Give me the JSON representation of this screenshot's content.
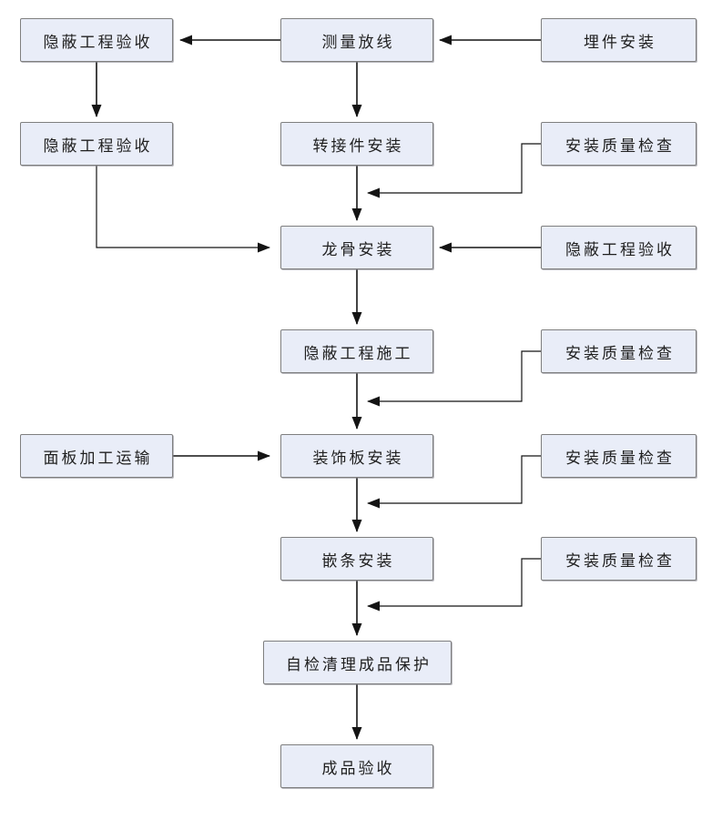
{
  "diagram": {
    "type": "flowchart",
    "background": "#ffffff",
    "node_style": {
      "fill": "#e9edf8",
      "border": "#7f7f7f",
      "text_color": "#1f1f1f"
    },
    "arrow_color": "#141414",
    "nodes": {
      "acceptance_top": {
        "label": "隐蔽工程验收"
      },
      "survey": {
        "label": "测量放线"
      },
      "embedded_parts": {
        "label": "埋件安装"
      },
      "acceptance_left": {
        "label": "隐蔽工程验收"
      },
      "adapter_install": {
        "label": "转接件安装"
      },
      "quality_check_1": {
        "label": "安装质量检查"
      },
      "keel_install": {
        "label": "龙骨安装"
      },
      "acceptance_right": {
        "label": "隐蔽工程验收"
      },
      "hidden_works": {
        "label": "隐蔽工程施工"
      },
      "quality_check_2": {
        "label": "安装质量检查"
      },
      "panel_transport": {
        "label": "面板加工运输"
      },
      "decorative_panel": {
        "label": "装饰板安装"
      },
      "quality_check_3": {
        "label": "安装质量检查"
      },
      "trim_install": {
        "label": "嵌条安装"
      },
      "quality_check_4": {
        "label": "安装质量检查"
      },
      "self_inspection": {
        "label": "自检清理成品保护"
      },
      "final_acceptance": {
        "label": "成品验收"
      }
    },
    "edges": [
      {
        "from": "survey",
        "to": "acceptance_top"
      },
      {
        "from": "embedded_parts",
        "to": "survey"
      },
      {
        "from": "acceptance_top",
        "to": "acceptance_left"
      },
      {
        "from": "survey",
        "to": "adapter_install"
      },
      {
        "from": "adapter_install",
        "to": "keel_install"
      },
      {
        "from": "quality_check_1",
        "to": "flow-line adapter_install→keel_install"
      },
      {
        "from": "acceptance_left",
        "to": "keel_install"
      },
      {
        "from": "acceptance_right",
        "to": "keel_install"
      },
      {
        "from": "keel_install",
        "to": "hidden_works"
      },
      {
        "from": "quality_check_2",
        "to": "flow-line hidden_works→decorative_panel"
      },
      {
        "from": "hidden_works",
        "to": "decorative_panel"
      },
      {
        "from": "panel_transport",
        "to": "decorative_panel"
      },
      {
        "from": "decorative_panel",
        "to": "trim_install"
      },
      {
        "from": "quality_check_3",
        "to": "flow-line decorative_panel→trim_install"
      },
      {
        "from": "trim_install",
        "to": "self_inspection"
      },
      {
        "from": "quality_check_4",
        "to": "flow-line trim_install→self_inspection"
      },
      {
        "from": "self_inspection",
        "to": "final_acceptance"
      }
    ]
  }
}
